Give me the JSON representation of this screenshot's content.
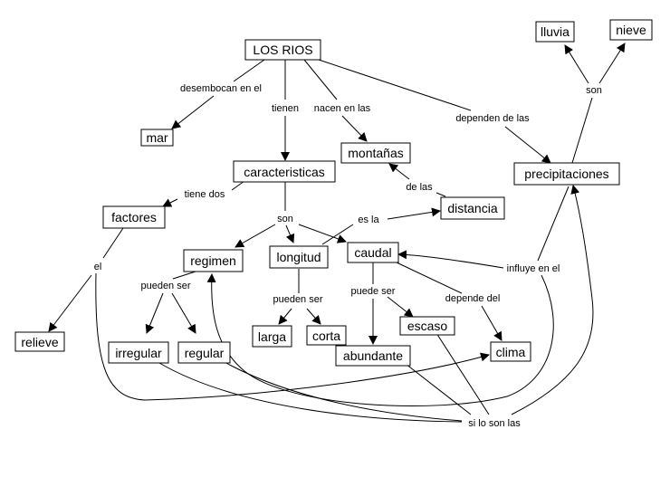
{
  "concepts": {
    "rios": "LOS RIOS",
    "mar": "mar",
    "montanas": "montañas",
    "precipitaciones": "precipitaciones",
    "lluvia": "lluvia",
    "nieve": "nieve",
    "caracteristicas": "caracteristicas",
    "factores": "factores",
    "relieve": "relieve",
    "distancia": "distancia",
    "regimen": "regimen",
    "longitud": "longitud",
    "caudal": "caudal",
    "irregular": "irregular",
    "regular": "regular",
    "larga": "larga",
    "corta": "corta",
    "escaso": "escaso",
    "abundante": "abundante",
    "clima": "clima"
  },
  "links": {
    "desembocan": "desembocan en el",
    "tienen": "tienen",
    "nacen": "nacen en las",
    "dependen": "dependen de las",
    "son_top": "son",
    "tiene_dos": "tiene dos",
    "de_las": "de las",
    "son_mid": "son",
    "es_la": "es la",
    "el": "el",
    "influye": "influye en el",
    "pueden_ser_1": "pueden ser",
    "pueden_ser_2": "pueden ser",
    "puede_ser": "puede ser",
    "depende_del": "depende del",
    "si_lo_son": "si lo son las"
  }
}
